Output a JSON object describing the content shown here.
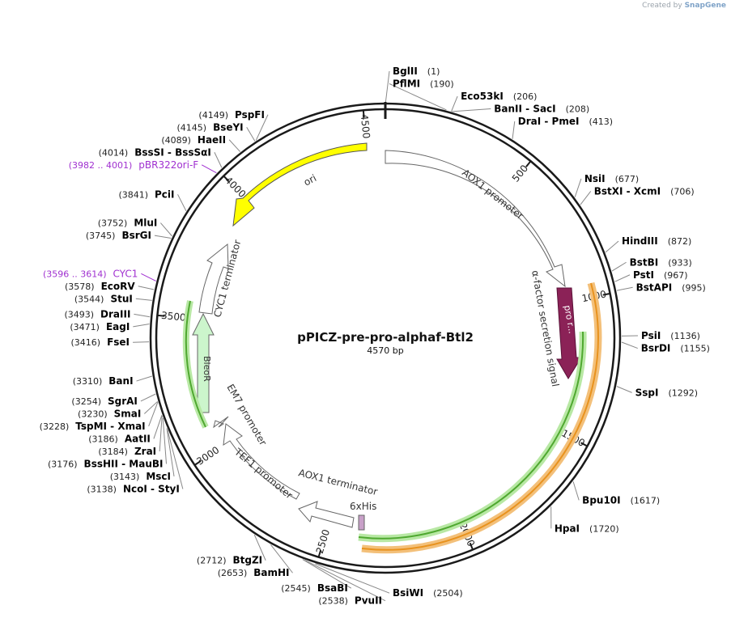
{
  "credit": {
    "prefix": "Created by",
    "brand": "SnapGene"
  },
  "plasmid": {
    "name": "pPICZ-pre-pro-alphaf-Btl2",
    "length_label": "4570 bp",
    "total_bp": 4570
  },
  "ticks": [
    {
      "bp": 500,
      "label": "500"
    },
    {
      "bp": 1000,
      "label": "1000"
    },
    {
      "bp": 1500,
      "label": "1500"
    },
    {
      "bp": 2000,
      "label": "2000"
    },
    {
      "bp": 2500,
      "label": "2500"
    },
    {
      "bp": 3000,
      "label": "3000"
    },
    {
      "bp": 3500,
      "label": "3500"
    },
    {
      "bp": 4000,
      "label": "4000"
    },
    {
      "bp": 4500,
      "label": "4500"
    }
  ],
  "sites": [
    {
      "name": "BglII",
      "pos": "(1)",
      "bp": 1,
      "side": "right"
    },
    {
      "name": "PflMI",
      "pos": "(190)",
      "bp": 190,
      "side": "right"
    },
    {
      "name": "Eco53kI",
      "pos": "(206)",
      "bp": 206,
      "side": "right"
    },
    {
      "name": "BanII  -  SacI",
      "pos": "(208)",
      "bp": 208,
      "side": "right"
    },
    {
      "name": "DraI  -  PmeI",
      "pos": "(413)",
      "bp": 413,
      "side": "right"
    },
    {
      "name": "NsiI",
      "pos": "(677)",
      "bp": 677,
      "side": "right"
    },
    {
      "name": "BstXI  -  XcmI",
      "pos": "(706)",
      "bp": 706,
      "side": "right"
    },
    {
      "name": "HindIII",
      "pos": "(872)",
      "bp": 872,
      "side": "right"
    },
    {
      "name": "BstBI",
      "pos": "(933)",
      "bp": 933,
      "side": "right"
    },
    {
      "name": "PstI",
      "pos": "(967)",
      "bp": 967,
      "side": "right"
    },
    {
      "name": "BstAPI",
      "pos": "(995)",
      "bp": 995,
      "side": "right"
    },
    {
      "name": "PsiI",
      "pos": "(1136)",
      "bp": 1136,
      "side": "right"
    },
    {
      "name": "BsrDI",
      "pos": "(1155)",
      "bp": 1155,
      "side": "right"
    },
    {
      "name": "SspI",
      "pos": "(1292)",
      "bp": 1292,
      "side": "right"
    },
    {
      "name": "Bpu10I",
      "pos": "(1617)",
      "bp": 1617,
      "side": "right"
    },
    {
      "name": "HpaI",
      "pos": "(1720)",
      "bp": 1720,
      "side": "right"
    },
    {
      "name": "BsiWI",
      "pos": "(2504)",
      "bp": 2504,
      "side": "right"
    },
    {
      "name": "PvuII",
      "pos": "(2538)",
      "bp": 2538,
      "side": "left"
    },
    {
      "name": "BsaBI",
      "pos": "(2545)",
      "bp": 2545,
      "side": "left"
    },
    {
      "name": "BamHI",
      "pos": "(2653)",
      "bp": 2653,
      "side": "left"
    },
    {
      "name": "BtgZI",
      "pos": "(2712)",
      "bp": 2712,
      "side": "left"
    },
    {
      "name": "NcoI  -  StyI",
      "pos": "(3138)",
      "bp": 3138,
      "side": "left"
    },
    {
      "name": "MscI",
      "pos": "(3143)",
      "bp": 3143,
      "side": "left"
    },
    {
      "name": "BssHII  -  MauBI",
      "pos": "(3176)",
      "bp": 3176,
      "side": "left"
    },
    {
      "name": "ZraI",
      "pos": "(3184)",
      "bp": 3184,
      "side": "left"
    },
    {
      "name": "AatII",
      "pos": "(3186)",
      "bp": 3186,
      "side": "left"
    },
    {
      "name": "TspMI  -  XmaI",
      "pos": "(3228)",
      "bp": 3228,
      "side": "left"
    },
    {
      "name": "SmaI",
      "pos": "(3230)",
      "bp": 3230,
      "side": "left"
    },
    {
      "name": "SgrAI",
      "pos": "(3254)",
      "bp": 3254,
      "side": "left"
    },
    {
      "name": "BanI",
      "pos": "(3310)",
      "bp": 3310,
      "side": "left"
    },
    {
      "name": "FseI",
      "pos": "(3416)",
      "bp": 3416,
      "side": "left"
    },
    {
      "name": "EagI",
      "pos": "(3471)",
      "bp": 3471,
      "side": "left"
    },
    {
      "name": "DraIII",
      "pos": "(3493)",
      "bp": 3493,
      "side": "left"
    },
    {
      "name": "StuI",
      "pos": "(3544)",
      "bp": 3544,
      "side": "left"
    },
    {
      "name": "EcoRV",
      "pos": "(3578)",
      "bp": 3578,
      "side": "left"
    },
    {
      "name": "CYC1",
      "pos": "(3596 .. 3614)",
      "bp": 3605,
      "side": "left",
      "color": "#a030d0"
    },
    {
      "name": "BsrGI",
      "pos": "(3745)",
      "bp": 3745,
      "side": "left"
    },
    {
      "name": "MluI",
      "pos": "(3752)",
      "bp": 3752,
      "side": "left"
    },
    {
      "name": "PciI",
      "pos": "(3841)",
      "bp": 3841,
      "side": "left"
    },
    {
      "name": "pBR322ori-F",
      "pos": "(3982 .. 4001)",
      "bp": 3991,
      "side": "left",
      "color": "#a030d0"
    },
    {
      "name": "BssSI  -  BssSαI",
      "pos": "(4014)",
      "bp": 4014,
      "side": "left"
    },
    {
      "name": "HaeII",
      "pos": "(4089)",
      "bp": 4089,
      "side": "left"
    },
    {
      "name": "BseYI",
      "pos": "(4145)",
      "bp": 4145,
      "side": "left"
    },
    {
      "name": "PspFI",
      "pos": "(4149)",
      "bp": 4149,
      "side": "left"
    }
  ],
  "features": [
    {
      "name": "AOX1 promoter",
      "type": "promoter"
    },
    {
      "name": "α-factor secretion signal",
      "type": "cds"
    },
    {
      "name": "pro r...",
      "type": "cds_label"
    },
    {
      "name": "6xHis",
      "type": "tag"
    },
    {
      "name": "AOX1 terminator",
      "type": "terminator"
    },
    {
      "name": "TEF1 promoter",
      "type": "promoter"
    },
    {
      "name": "EM7 promoter",
      "type": "promoter"
    },
    {
      "name": "BleoR",
      "type": "cds"
    },
    {
      "name": "CYC1 terminator",
      "type": "terminator"
    },
    {
      "name": "ori",
      "type": "origin"
    }
  ],
  "colors": {
    "backbone": "#1a1a1a",
    "ori": "#ffff00",
    "bleor": "#ccf5cc",
    "alpha_factor": "#8b2257",
    "his_tag": "#c8a0c8",
    "green_arc": "#5fbf3a",
    "orange_arc": "#e8921e",
    "primer": "#a030d0"
  }
}
